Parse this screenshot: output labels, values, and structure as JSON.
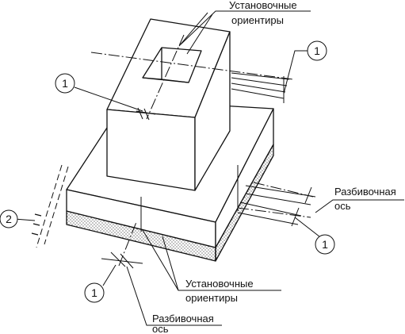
{
  "labels": {
    "top_orientation_line1": "Установочные",
    "top_orientation_line2": "ориентиры",
    "right_axis_line1": "Разбивочная",
    "right_axis_line2": "ось",
    "bottom_orientation_line1": "Установочные",
    "bottom_orientation_line2": "ориентиры",
    "bottom_axis_line1": "Разбивочная",
    "bottom_axis_line2": "ось"
  },
  "callouts": {
    "c1_top_right": "1",
    "c1_left": "1",
    "c1_right": "1",
    "c1_bottom": "1",
    "c2_left": "2"
  }
}
